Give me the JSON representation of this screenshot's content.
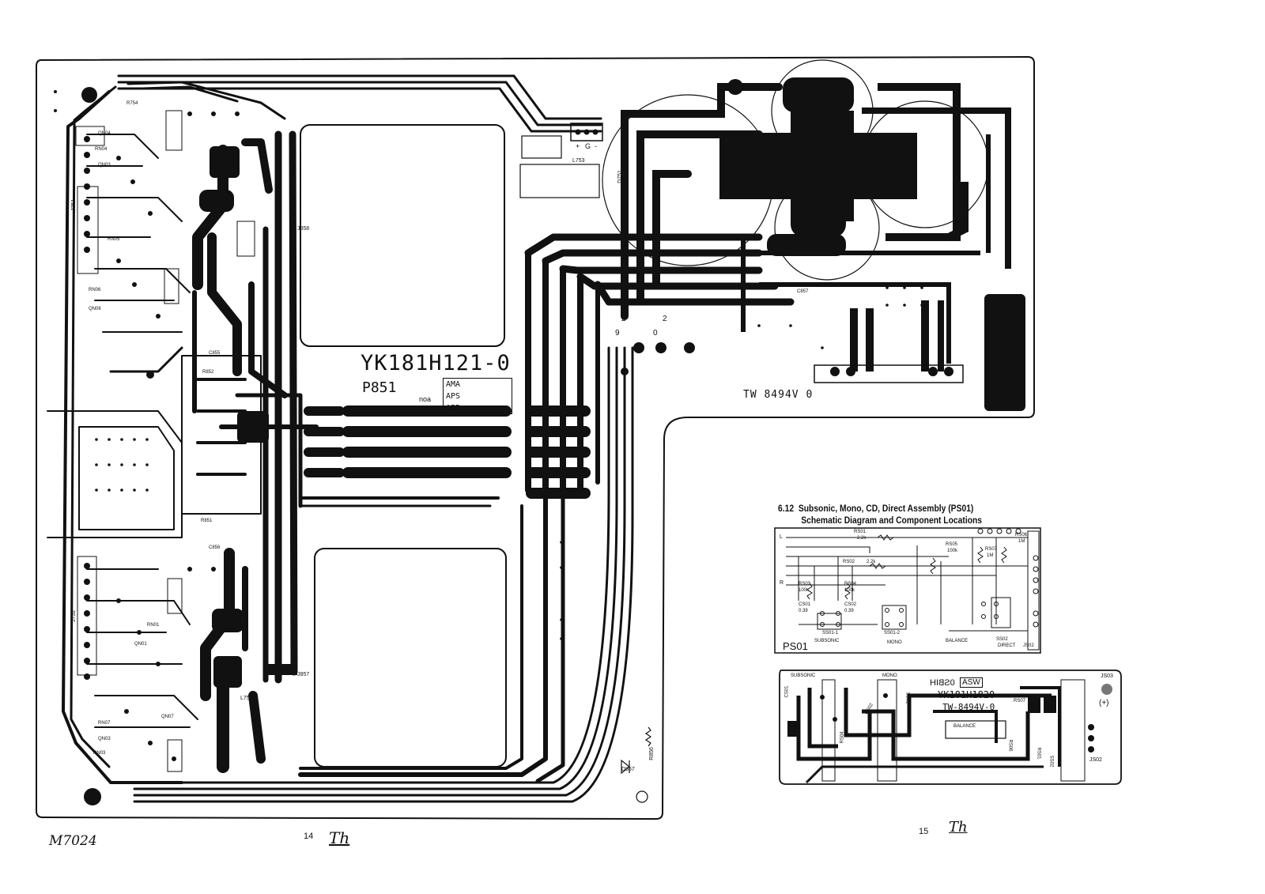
{
  "main_board": {
    "part_number": "YK181H121-0",
    "board_name": "P851",
    "assembly_codes": [
      "AMA",
      "APS",
      "APR"
    ],
    "small_code": "noa",
    "tw_number": "TW 8494V 0",
    "connector_labels": [
      "J751",
      "J752",
      "J858",
      "J857",
      "L753",
      "D751",
      "L75"
    ],
    "part_labels": [
      "R754",
      "QN04",
      "RN04",
      "QN03",
      "RN05",
      "QN06",
      "RN06",
      "QN01",
      "RN01",
      "QN07",
      "RN07",
      "RN03",
      "QN03",
      "D857",
      "R856",
      "R851",
      "C855",
      "C856",
      "R852",
      "C857"
    ],
    "pin_marks": [
      "2",
      "9",
      "0",
      "2"
    ],
    "connector_top_labels": [
      "+",
      "G",
      "-"
    ]
  },
  "section": {
    "number": "6.12",
    "title_line1": "Subsonic, Mono, CD, Direct Assembly (PS01)",
    "title_line2": "Schematic Diagram and Component Locations"
  },
  "schematic": {
    "board_label": "PS01",
    "left_labels": [
      "L",
      "R"
    ],
    "resistors": [
      {
        "ref": "RS01",
        "value": "2.2k"
      },
      {
        "ref": "RS02",
        "value": "2.2k"
      },
      {
        "ref": "RS03",
        "value": "100k"
      },
      {
        "ref": "RS04",
        "value": "100k"
      },
      {
        "ref": "RS05",
        "value": "100k"
      },
      {
        "ref": "RS06",
        "value": "1M"
      },
      {
        "ref": "RS07",
        "value": "1M"
      }
    ],
    "capacitors": [
      {
        "ref": "CS01",
        "value": "0.39"
      },
      {
        "ref": "CS02",
        "value": "0.39"
      }
    ],
    "switch_refs": [
      "SS01-1",
      "SS01-2",
      "SS02"
    ],
    "function_labels": [
      "SUBSONIC",
      "MONO",
      "BALANCE",
      "DIRECT"
    ],
    "jack": "JS02"
  },
  "layout_board": {
    "title_mirrored": "0SBIH",
    "code_box": "ASW",
    "part_number": "YK181H1820",
    "tw_number": "TW-8494V-0",
    "balance_label": "BALANCE",
    "subsonic_label": "SUBSONIC",
    "mono_label": "MONO",
    "jack_top": "JS03",
    "jack_bottom": "JS02",
    "polarity": "(+)",
    "part_labels": [
      "CS01",
      "CS02",
      "RS04",
      "RS02",
      "RS06",
      "SS01",
      "SS02",
      "RS07",
      "RS01"
    ]
  },
  "footer": {
    "handwritten_left": "M7024",
    "page_left": "14",
    "page_right": "15",
    "initials": "Th"
  }
}
